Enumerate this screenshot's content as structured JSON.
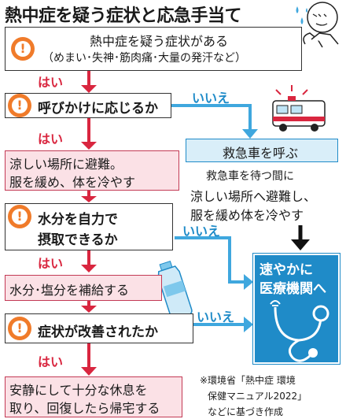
{
  "title": "熱中症を疑う症状と応急手当て",
  "step1": {
    "main": "熱中症を疑う症状がある",
    "sub": "（めまい･失神･筋肉痛･大量の発汗など）"
  },
  "yes_label": "はい",
  "no_label": "いいえ",
  "step2": "呼びかけに応じるか",
  "step3": {
    "line1": "涼しい場所に避難。",
    "line2": "服を緩め、体を冷やす"
  },
  "ambulance": {
    "box": "救急車を呼ぶ",
    "line1": "救急車を待つ間に",
    "line2": "涼しい場所へ避難し、",
    "line3": "服を緩め体を冷やす"
  },
  "step4": {
    "line1": "水分を自力で",
    "line2": "摂取できるか"
  },
  "step5": "水分･塩分を補給する",
  "step6": "症状が改善されたか",
  "hospital": {
    "line1": "速やかに",
    "line2": "医療機関へ"
  },
  "step7": {
    "line1": "安静にして十分な休息を",
    "line2": "取り、回復したら帰宅する"
  },
  "note": {
    "line1": "※環境省「熱中症 環境",
    "line2": "保健マニュアル2022」",
    "line3": "などに基づき作成"
  },
  "badge_glyph": "!",
  "colors": {
    "orange": "#f07b2a",
    "red": "#d9263f",
    "blue": "#1f8bc8",
    "pink": "#fbe1e6",
    "light_blue": "#d9eef9"
  },
  "icons": [
    "alert-icon",
    "sweating-person-icon",
    "ambulance-icon",
    "water-bottle-icon",
    "stethoscope-icon"
  ]
}
